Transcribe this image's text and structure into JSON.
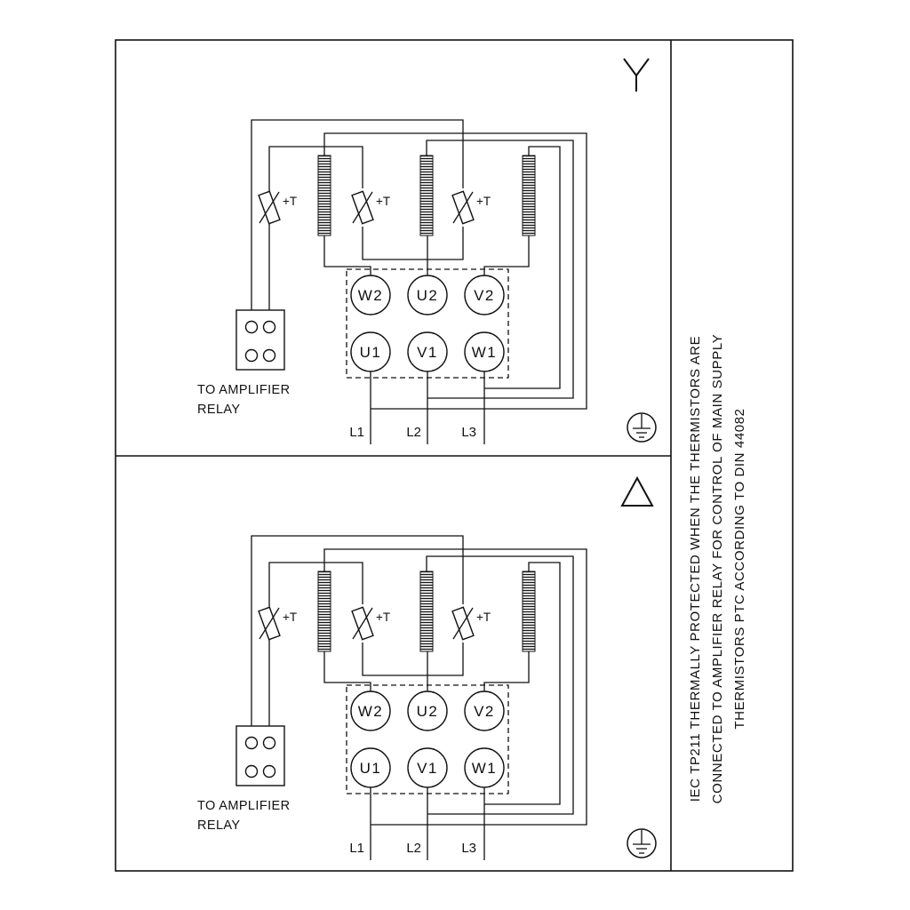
{
  "colors": {
    "line": "#111111",
    "background": "#ffffff"
  },
  "side_note": {
    "line1": "IEC TP211 THERMALLY PROTECTED WHEN THE THERMISTORS ARE",
    "line2": "CONNECTED TO AMPLIFIER RELAY FOR CONTROL OF MAIN SUPPLY",
    "line3": "THERMISTORS PTC ACCORDING TO DIN 44082"
  },
  "panels": [
    {
      "connection_symbol": "star",
      "thermistor_label": "+T",
      "terminals_top": [
        "W2",
        "U2",
        "V2"
      ],
      "terminals_bottom": [
        "U1",
        "V1",
        "W1"
      ],
      "supply_lines": [
        "L1",
        "L2",
        "L3"
      ],
      "relay_caption": [
        "TO AMPLIFIER",
        "RELAY"
      ]
    },
    {
      "connection_symbol": "delta",
      "thermistor_label": "+T",
      "terminals_top": [
        "W2",
        "U2",
        "V2"
      ],
      "terminals_bottom": [
        "U1",
        "V1",
        "W1"
      ],
      "supply_lines": [
        "L1",
        "L2",
        "L3"
      ],
      "relay_caption": [
        "TO AMPLIFIER",
        "RELAY"
      ]
    }
  ]
}
